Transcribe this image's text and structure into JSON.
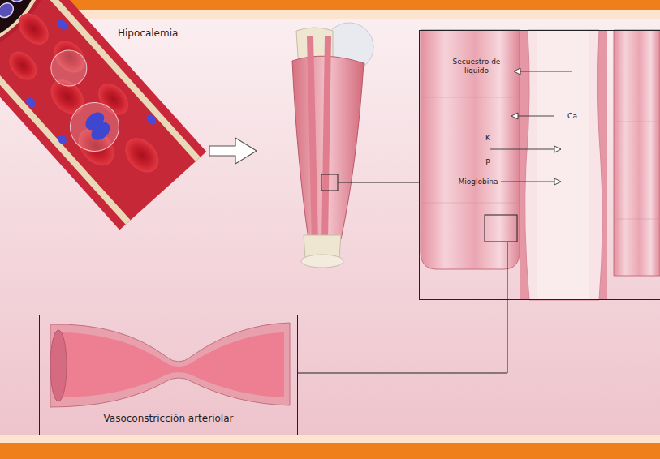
{
  "diagram": {
    "nodes": [
      {
        "text": [
          "Secuestro de líquido",
          "Ca",
          "K",
          "P",
          "Mioglobina"
        ]
      },
      {
        "text": [
          "Vasoconstricción arteriolar"
        ]
      }
    ],
    "edges": [
      {
        "from": 0,
        "to": 1,
        "arrow": "none"
      }
    ],
    "labels": [
      "Hipocalemia"
    ]
  }
}
